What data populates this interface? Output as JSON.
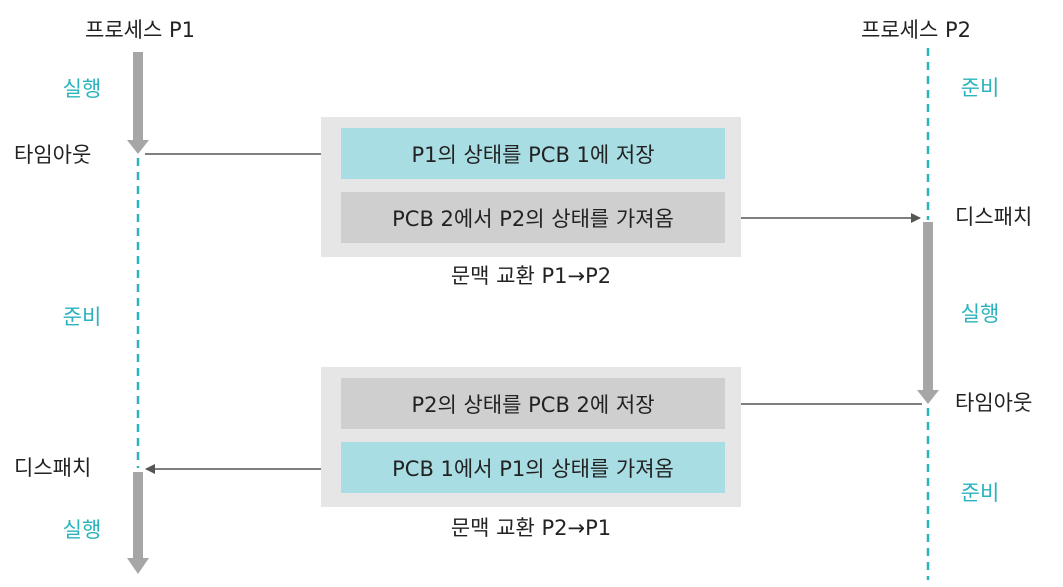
{
  "p1": {
    "title": "프로세스 P1",
    "states": {
      "run_top": "실행",
      "timeout": "타임아웃",
      "ready": "준비",
      "dispatch": "디스패치",
      "run_bottom": "실행"
    }
  },
  "p2": {
    "title": "프로세스 P2",
    "states": {
      "ready_top": "준비",
      "dispatch": "디스패치",
      "run": "실행",
      "timeout": "타임아웃",
      "ready_bottom": "준비"
    }
  },
  "switch1": {
    "save": "P1의 상태를 PCB 1에 저장",
    "load": "PCB 2에서 P2의 상태를 가져옴",
    "caption": "문맥 교환 P1→P2"
  },
  "switch2": {
    "save": "P2의 상태를 PCB 2에 저장",
    "load": "PCB 1에서 P1의 상태를 가져옴",
    "caption": "문맥 교환 P2→P1"
  },
  "colors": {
    "state_text": "#2bb3bd",
    "running_bar": "#a6a6a6",
    "ready_line": "#2bb3bd",
    "arrow": "#555555",
    "save_box": "#a8dde3",
    "load_box": "#cfcfcf",
    "group_bg": "#e6e6e6"
  }
}
